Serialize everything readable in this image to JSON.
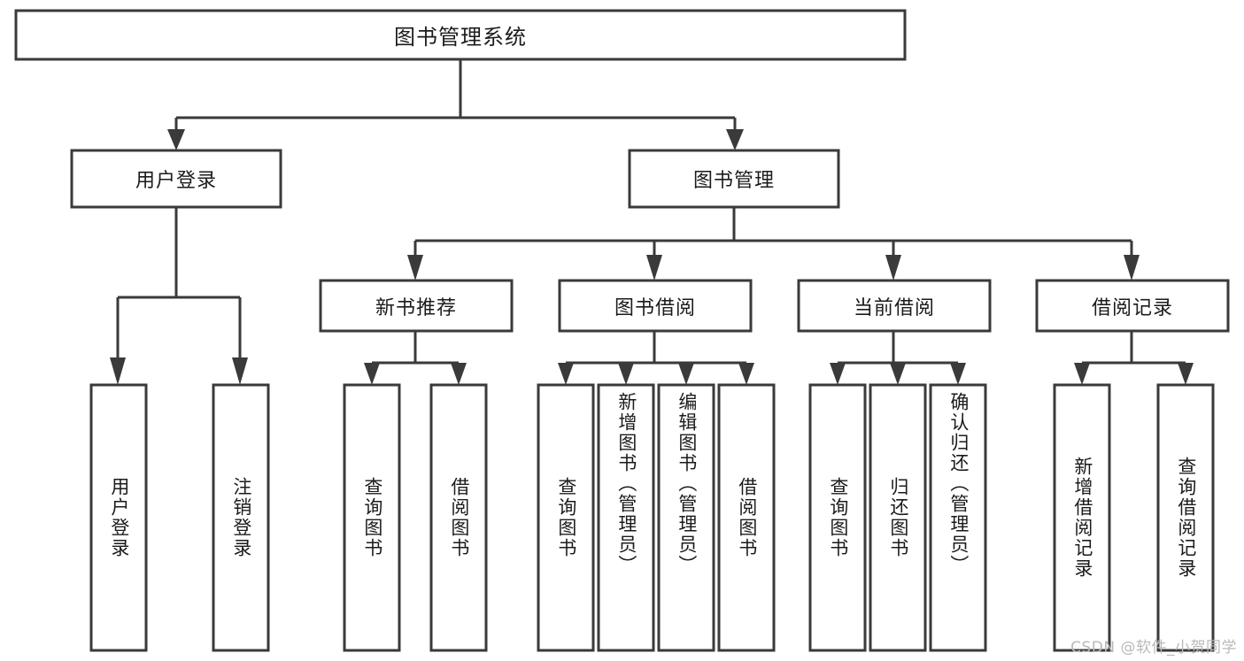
{
  "diagram": {
    "type": "tree-hierarchy-chart",
    "title": "图书管理系统",
    "colors": {
      "stroke": "#3a3a3a",
      "box_fill": "#ffffff",
      "text": "#1b1b1b",
      "background": "#ffffff",
      "watermark": "#b9b9b9"
    },
    "levels": {
      "root": {
        "label": "图书管理系统",
        "orientation": "horizontal"
      },
      "level2": [
        {
          "label": "用户登录",
          "orientation": "horizontal"
        },
        {
          "label": "图书管理",
          "orientation": "horizontal"
        }
      ],
      "level3": [
        {
          "label": "新书推荐",
          "orientation": "horizontal",
          "parent": "图书管理"
        },
        {
          "label": "图书借阅",
          "orientation": "horizontal",
          "parent": "图书管理"
        },
        {
          "label": "当前借阅",
          "orientation": "horizontal",
          "parent": "图书管理"
        },
        {
          "label": "借阅记录",
          "orientation": "horizontal",
          "parent": "图书管理"
        }
      ],
      "leaves": [
        {
          "label": "用户登录",
          "orientation": "vertical",
          "parent": "用户登录"
        },
        {
          "label": "注销登录",
          "orientation": "vertical",
          "parent": "用户登录"
        },
        {
          "label": "查询图书",
          "orientation": "vertical",
          "parent": "新书推荐"
        },
        {
          "label": "借阅图书",
          "orientation": "vertical",
          "parent": "新书推荐"
        },
        {
          "label": "查询图书",
          "orientation": "vertical",
          "parent": "图书借阅"
        },
        {
          "label": "新增图书（管理员）",
          "orientation": "vertical",
          "parent": "图书借阅"
        },
        {
          "label": "编辑图书（管理员）",
          "orientation": "vertical",
          "parent": "图书借阅"
        },
        {
          "label": "借阅图书",
          "orientation": "vertical",
          "parent": "图书借阅"
        },
        {
          "label": "查询图书",
          "orientation": "vertical",
          "parent": "当前借阅"
        },
        {
          "label": "归还图书",
          "orientation": "vertical",
          "parent": "当前借阅"
        },
        {
          "label": "确认归还（管理员）",
          "orientation": "vertical",
          "parent": "当前借阅"
        },
        {
          "label": "新增借阅记录",
          "orientation": "vertical",
          "parent": "借阅记录"
        },
        {
          "label": "查询借阅记录",
          "orientation": "vertical",
          "parent": "借阅记录"
        }
      ]
    },
    "watermark": "CSDN @软件_小贺同学"
  }
}
